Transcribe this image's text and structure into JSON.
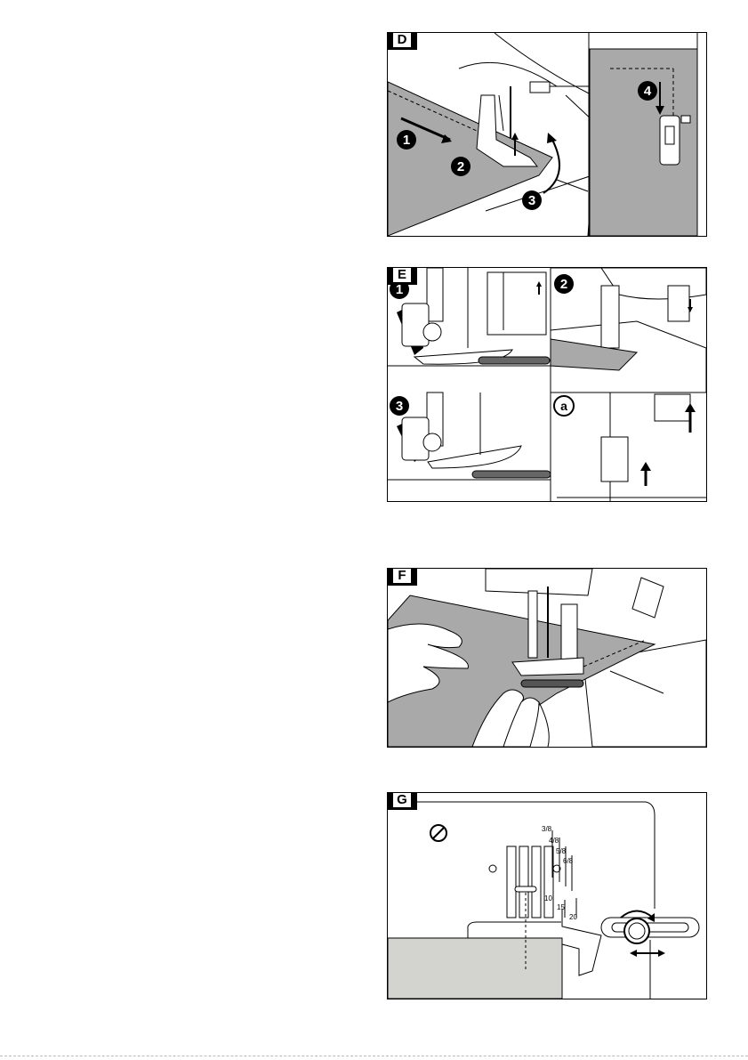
{
  "figures": {
    "D": {
      "tag": "D",
      "steps": [
        "1",
        "2",
        "3",
        "4"
      ]
    },
    "E": {
      "tag": "E",
      "steps": [
        "1",
        "2",
        "3"
      ],
      "detail": "a"
    },
    "F": {
      "tag": "F"
    },
    "G": {
      "tag": "G",
      "scale_inch": [
        "3/8",
        "4/8",
        "5/8",
        "6/8"
      ],
      "scale_mm": [
        "10",
        "15",
        "20"
      ]
    }
  }
}
